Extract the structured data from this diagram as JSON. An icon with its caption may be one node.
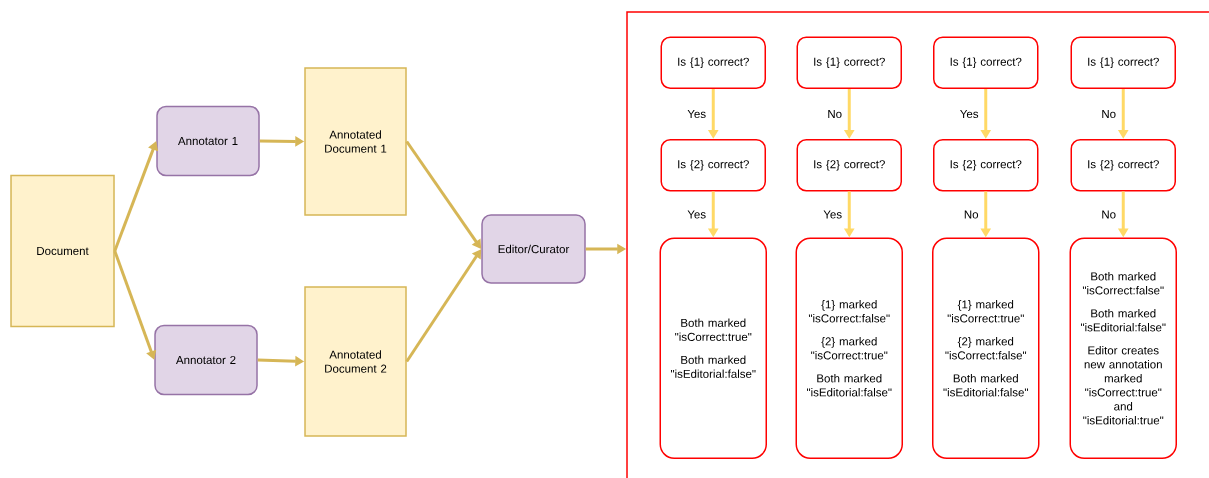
{
  "diagram": {
    "nodes": [
      {
        "text": [
          "Document"
        ]
      },
      {
        "text": [
          "Annotator 1"
        ]
      },
      {
        "text": [
          "Annotated Document 1"
        ]
      },
      {
        "text": [
          "Annotator 2"
        ]
      },
      {
        "text": [
          "Annotated Document 2"
        ]
      },
      {
        "text": [
          "Editor/Curator"
        ]
      },
      {
        "text": [],
        "shape": "box"
      },
      {
        "text": [
          "Is {1} correct?"
        ],
        "in": 6
      },
      {
        "text": [
          "Is {1} correct?"
        ],
        "in": 6
      },
      {
        "text": [
          "Is {1} correct?"
        ],
        "in": 6
      },
      {
        "text": [
          "Is {1} correct?"
        ],
        "in": 6
      },
      {
        "text": [
          "Is {2} correct?"
        ],
        "in": 6
      },
      {
        "text": [
          "Is {2} correct?"
        ],
        "in": 6
      },
      {
        "text": [
          "Is {2} correct?"
        ],
        "in": 6
      },
      {
        "text": [
          "Is {2} correct?"
        ],
        "in": 6
      },
      {
        "text": [
          "Both marked \"isCorrect:true\"",
          "Both marked \"isEditorial:false\""
        ],
        "in": 6
      },
      {
        "text": [
          "{1} marked \"isCorrect:false\"",
          "{2} marked \"isCorrect:true\"",
          "Both marked \"isEditorial:false\""
        ],
        "in": 6
      },
      {
        "text": [
          "{1} marked \"isCorrect:true\"",
          "{2} marked \"isCorrect:false\"",
          "Both marked \"isEditorial:false\""
        ],
        "in": 6
      },
      {
        "text": [
          "Both marked \"isCorrect:false\"",
          "Both marked \"isEditorial:false\"",
          "Editor creates new annotation marked \"isCorrect:true\" and \"isEditorial:true\""
        ],
        "in": 6
      }
    ],
    "edges": [
      {
        "from": 0,
        "to": 1,
        "arrow": "to",
        "color": "#d6b656"
      },
      {
        "from": 0,
        "to": 3,
        "arrow": "to",
        "color": "#d6b656"
      },
      {
        "from": 1,
        "to": 2,
        "arrow": "to",
        "color": "#d6b656"
      },
      {
        "from": 3,
        "to": 4,
        "arrow": "to",
        "color": "#d6b656"
      },
      {
        "from": 2,
        "to": 5,
        "arrow": "to",
        "color": "#d6b656"
      },
      {
        "from": 4,
        "to": 5,
        "arrow": "to",
        "color": "#d6b656"
      },
      {
        "from": 5,
        "to": 6,
        "arrow": "to",
        "color": "#d6b656"
      },
      {
        "from": 7,
        "to": 11,
        "arrow": "to",
        "label": "Yes"
      },
      {
        "from": 8,
        "to": 12,
        "arrow": "to",
        "label": "No"
      },
      {
        "from": 9,
        "to": 13,
        "arrow": "to",
        "label": "Yes"
      },
      {
        "from": 10,
        "to": 14,
        "arrow": "to",
        "label": "No"
      },
      {
        "from": 11,
        "to": 15,
        "arrow": "to",
        "label": "Yes"
      },
      {
        "from": 12,
        "to": 16,
        "arrow": "to",
        "label": "Yes"
      },
      {
        "from": 13,
        "to": 17,
        "arrow": "to",
        "label": "No"
      },
      {
        "from": 14,
        "to": 18,
        "arrow": "to",
        "label": "No"
      }
    ]
  }
}
